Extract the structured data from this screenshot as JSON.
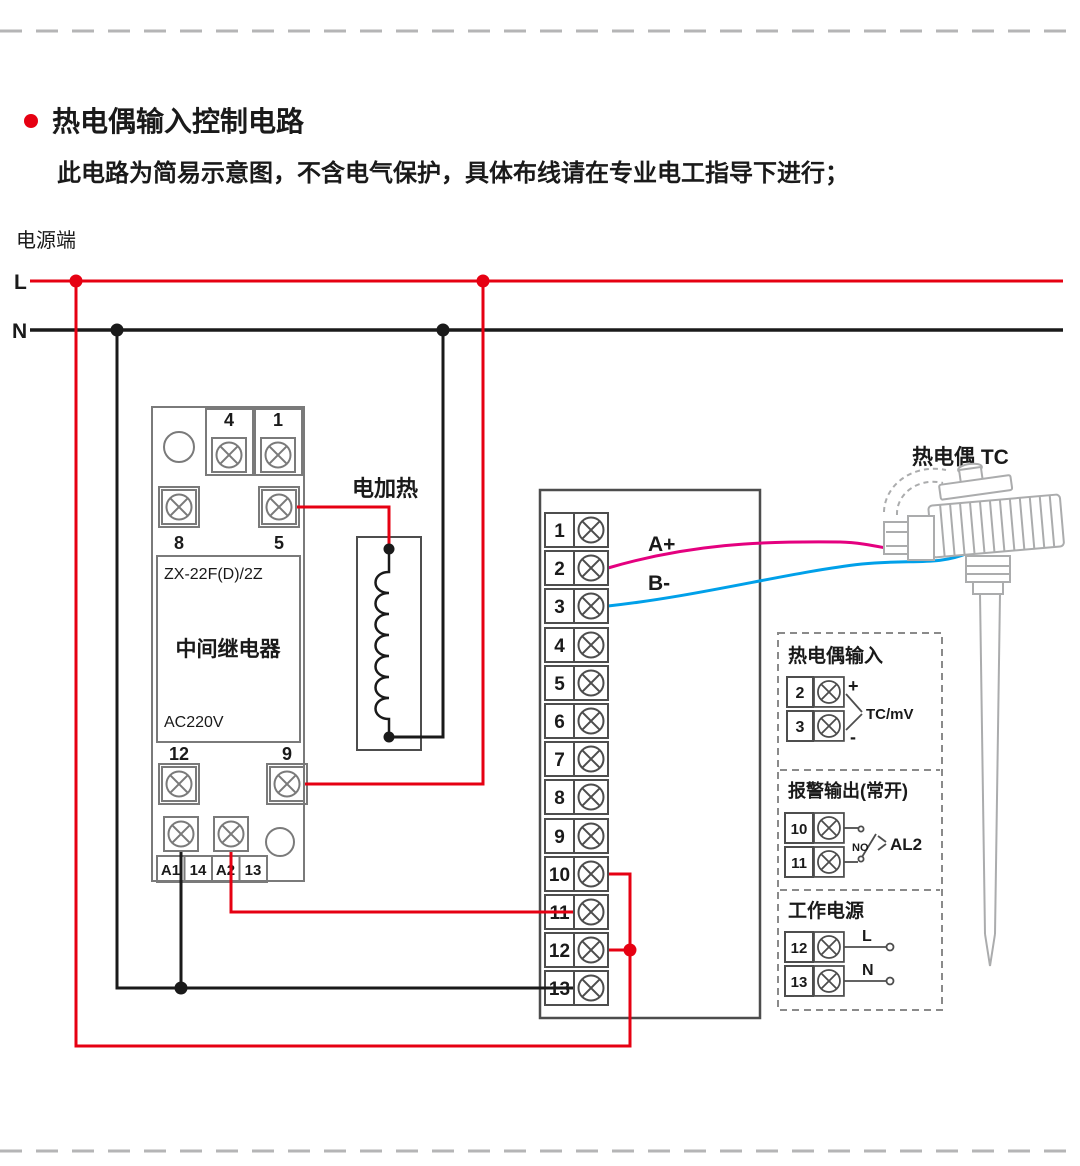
{
  "page": {
    "title": "热电偶输入控制电路",
    "subtitle": "此电路为简易示意图，不含电气保护，具体布线请在专业电工指导下进行；"
  },
  "power": {
    "label": "电源端",
    "line_l": "L",
    "line_n": "N"
  },
  "relay": {
    "model": "ZX-22F(D)/2Z",
    "name": "中间继电器",
    "voltage": "AC220V",
    "t4": "4",
    "t1": "1",
    "t8": "8",
    "t5": "5",
    "t12": "12",
    "t9": "9",
    "a1": "A1",
    "t14": "14",
    "a2": "A2",
    "t13": "13"
  },
  "heater": {
    "label": "电加热"
  },
  "terminal_block": {
    "numbers": [
      "1",
      "2",
      "3",
      "4",
      "5",
      "6",
      "7",
      "8",
      "9",
      "10",
      "11",
      "12",
      "13"
    ]
  },
  "wires": {
    "a_plus": "A+",
    "b_minus": "B-"
  },
  "thermocouple": {
    "label": "热电偶 TC"
  },
  "panel": {
    "tc_input": {
      "title": "热电偶输入",
      "t2": "2",
      "t3": "3",
      "plus": "+",
      "minus": "-",
      "signal": "TC/mV"
    },
    "alarm": {
      "title": "报警输出(常开)",
      "t10": "10",
      "t11": "11",
      "no": "NO",
      "out": "AL2"
    },
    "supply": {
      "title": "工作电源",
      "t12": "12",
      "t13": "13",
      "l": "L",
      "n": "N"
    }
  },
  "colors": {
    "red": "#e60012",
    "magenta": "#e4007f",
    "blue": "#00a0e9",
    "ink": "#1a1a1a",
    "gray": "#9fa0a0"
  }
}
